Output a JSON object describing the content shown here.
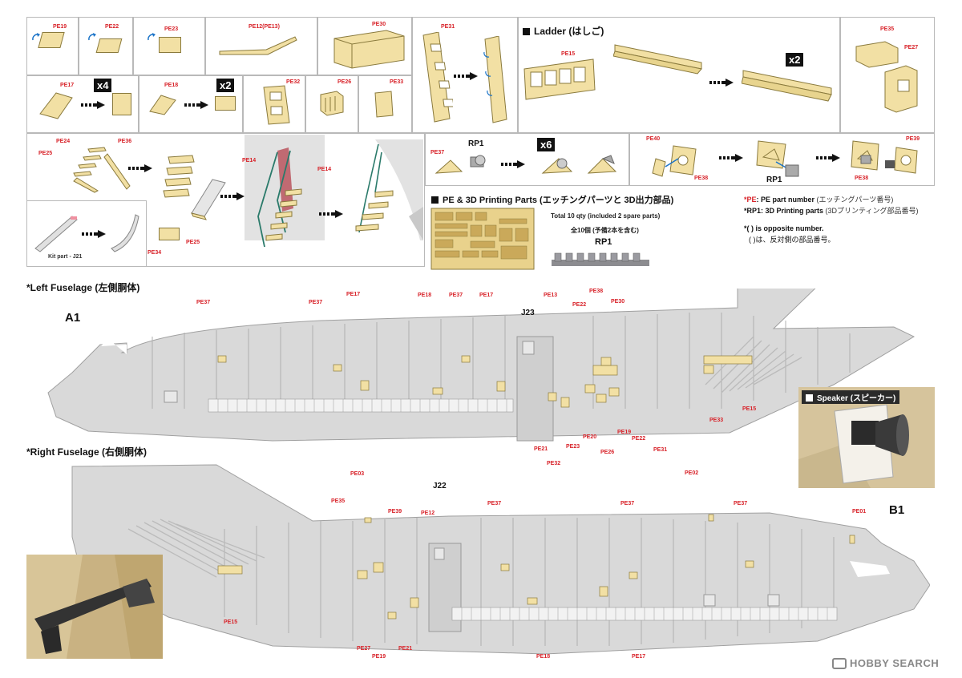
{
  "colors": {
    "accent_red": "#d8232a",
    "pe_part": "#f2e0a4",
    "fuselage": "#d6d6d6",
    "line": "#9a9a9a"
  },
  "top_grid": {
    "row1": [
      "PE19",
      "PE22",
      "PE23",
      "PE12(PE13)",
      "PE30",
      "PE31"
    ],
    "ladder_title": "Ladder (はしご)",
    "ladder_part": "PE15",
    "ladder_mult": "x2",
    "speaker_parts": [
      "PE35",
      "PE27"
    ],
    "row2": {
      "pe17": "PE17",
      "pe17_mult": "x4",
      "pe18": "PE18",
      "pe18_mult": "x2",
      "pe32": "PE32",
      "pe26": "PE26",
      "pe33": "PE33"
    },
    "stairs": {
      "pe24": "PE24",
      "pe36": "PE36",
      "pe25": "PE25",
      "pe14a": "PE14",
      "pe14b": "PE14",
      "pe25b": "PE25",
      "pe34": "PE34",
      "kit_part": "Kit part - J21"
    },
    "rp1_cell": {
      "pe37": "PE37",
      "rp1": "RP1",
      "mult": "x6"
    },
    "speaker_install": {
      "pe40": "PE40",
      "pe38": "PE38",
      "rp1": "RP1",
      "pe38b": "PE38",
      "pe39": "PE39"
    }
  },
  "parts_panel": {
    "title": "PE & 3D Printing Parts (エッチングパーツと 3D出力部品)",
    "qty_en": "Total 10 qty (included 2 spare parts)",
    "qty_jp": "全10個 (予備2本を含む)",
    "rp1": "RP1"
  },
  "legend": {
    "pe_key": "*PE",
    "pe_text": ": PE part number",
    "pe_jp": "(エッチングパーツ番号)",
    "rp_key": "*RP1",
    "rp_text": ": 3D Printing parts",
    "rp_jp": "(3Dプリンティング部品番号)",
    "opp_en": "*(  ) is opposite number.",
    "opp_jp": "(  )は、反対側の部品番号。"
  },
  "left_fuselage": {
    "title": "*Left Fuselage (左側胴体)",
    "ref": "A1",
    "station": "J23",
    "labels": [
      "PE37",
      "PE37",
      "PE17",
      "PE18",
      "PE37",
      "PE17",
      "PE13",
      "PE22",
      "PE38",
      "PE30",
      "PE15",
      "PE33",
      "PE21",
      "PE32",
      "PE23",
      "PE20",
      "PE26",
      "PE19",
      "PE22",
      "PE31"
    ]
  },
  "right_fuselage": {
    "title": "*Right Fuselage (右側胴体)",
    "ref": "B1",
    "station": "J22",
    "labels": [
      "PE03",
      "PE35",
      "PE39",
      "PE12",
      "PE37",
      "PE37",
      "PE02",
      "PE37",
      "PE01",
      "PE15",
      "PE27",
      "PE19",
      "PE21",
      "PE18",
      "PE17"
    ]
  },
  "speaker_photo": {
    "title": "Speaker (スピーカー)"
  },
  "watermark": "HOBBY SEARCH"
}
